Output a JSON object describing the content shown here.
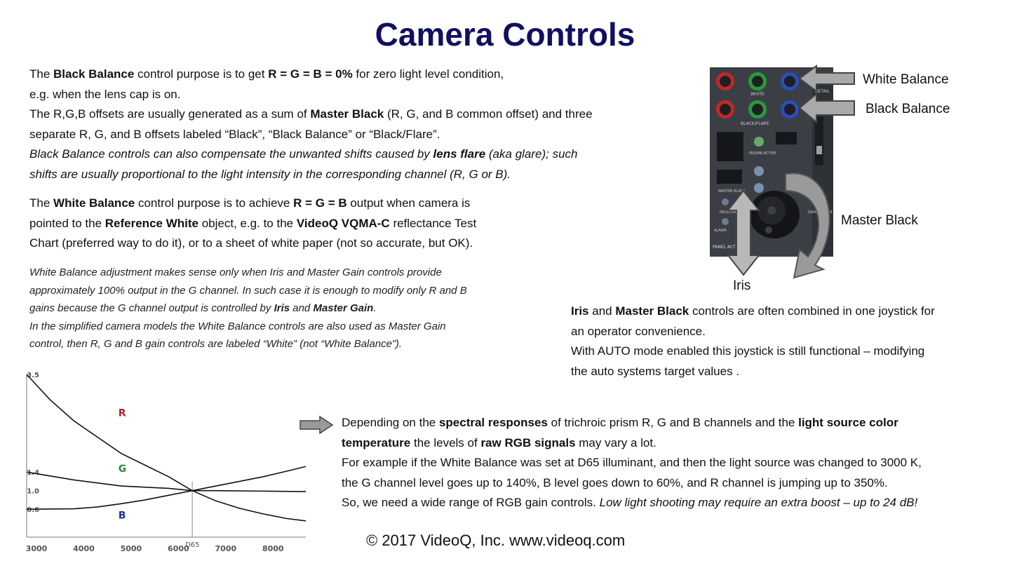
{
  "title": "Camera Controls",
  "black_balance_section": {
    "line1_pre": "The ",
    "line1_b1": "Black Balance",
    "line1_mid": " control purpose is to get ",
    "line1_b2": "R = G = B = 0%",
    "line1_post": " for zero light level condition,",
    "line2": "e.g. when the lens cap is on.",
    "line3_pre": "The R,G,B offsets are usually generated as a sum of ",
    "line3_b": "Master Black",
    "line3_post": " (R, G, and B common offset) and three",
    "line4": "separate R, G, and B offsets labeled “Black”, “Black Balance” or “Black/Flare”.",
    "line5_pre": "Black Balance controls can also compensate the unwanted shifts caused by ",
    "line5_b": "lens flare",
    "line5_post": " (aka glare); such",
    "line6": "shifts are usually proportional to the light intensity in the corresponding channel (R, G or B)."
  },
  "white_balance_section": {
    "line1_pre": "The ",
    "line1_b1": "White Balance",
    "line1_mid": " control purpose is to achieve ",
    "line1_b2": "R = G = B",
    "line1_post": "  output when camera is",
    "line2_pre": "pointed to the ",
    "line2_b1": "Reference White",
    "line2_mid": " object, e.g. to the ",
    "line2_b2": "VideoQ VQMA-C",
    "line2_post": " reflectance Test",
    "line3": "Chart (preferred way to do it), or to a sheet of white paper (not so accurate, but OK)."
  },
  "white_balance_note": {
    "line1": "White Balance adjustment makes sense only when Iris and Master Gain controls provide",
    "line2": "approximately 100% output in the G channel. In such case it is enough to modify only R and B",
    "line3_pre": "gains because the G channel output is controlled by ",
    "line3_b1": "Iris",
    "line3_mid": " and ",
    "line3_b2": "Master Gain",
    "line3_post": ".",
    "line4": "In the simplified camera models the White Balance controls are also used as Master Gain",
    "line5": "control, then R, G and B gain controls are labeled “White” (not “White Balance”)."
  },
  "panel_labels": {
    "white_balance": "White Balance",
    "black_balance": "Black Balance",
    "master_black": "Master Black",
    "iris": "Iris",
    "panel_white": "WHITE",
    "panel_black_flare": "BLACK/FLARE",
    "panel_detail": "DETAIL",
    "panel_iris_mb": "IRIS/MB ACTIVE",
    "panel_master_black": "MASTER BLACK",
    "panel_relative": "RELATIVE",
    "panel_alarm": "ALARM",
    "panel_panel_active": "PANEL ACTIVE",
    "panel_gain": "GAIN COARSE"
  },
  "joystick_section": {
    "line1_b1": "Iris",
    "line1_mid": " and ",
    "line1_b2": "Master Black",
    "line1_post": " controls are often combined in one joystick for",
    "line2": "an operator convenience.",
    "line3": "With AUTO mode enabled this joystick is still functional – modifying",
    "line4": "the auto systems target values ."
  },
  "spectral_section": {
    "line1_pre": "Depending on the ",
    "line1_b1": "spectral responses",
    "line1_mid": " of trichroic prism R, G and B channels and the ",
    "line1_b2": "light source color",
    "line2_b": "temperature",
    "line2_mid": " the levels of ",
    "line2_b2": "raw RGB signals",
    "line2_post": " may vary a lot.",
    "line3": "For example if the White Balance was set at D65 illuminant, and then the light source was changed to 3000 K,",
    "line4": "the G channel level goes up to 140%, B level goes down to 60%, and R channel is jumping up to 350%.",
    "line5_pre": "So, we need a wide range of RGB gain controls. ",
    "line5_it": "Low light shooting may require an extra boost – up to 24 dB!"
  },
  "footer": "© 2017 VideoQ, Inc. www.videoq.com",
  "chart_data": {
    "type": "line",
    "x_ticks": [
      "3000",
      "4000",
      "5000",
      "6000",
      "7000",
      "8000"
    ],
    "x_values": [
      3000,
      4000,
      5000,
      6000,
      7000,
      8000
    ],
    "y_ticks": [
      "3.5",
      "1.4",
      "1.0",
      "0.6"
    ],
    "y_values": [
      3.5,
      1.4,
      1.0,
      0.6
    ],
    "d65_label": "D65",
    "xlim": [
      3000,
      8900
    ],
    "ylim": [
      0.0,
      3.5
    ],
    "series": [
      {
        "name": "R",
        "color": "#b0202a",
        "x": [
          3000,
          3500,
          4000,
          4500,
          5000,
          5500,
          6000,
          6500,
          7000,
          7500,
          8000,
          8500,
          8900
        ],
        "y": [
          3.5,
          2.95,
          2.5,
          2.15,
          1.8,
          1.55,
          1.3,
          1.0,
          0.78,
          0.62,
          0.5,
          0.4,
          0.35
        ]
      },
      {
        "name": "G",
        "color": "#2a8a3a",
        "x": [
          3000,
          4000,
          5000,
          6000,
          6500,
          7000,
          8000,
          8900
        ],
        "y": [
          1.4,
          1.23,
          1.1,
          1.05,
          1.0,
          1.0,
          0.99,
          0.98
        ]
      },
      {
        "name": "B",
        "color": "#2030a0",
        "x": [
          3000,
          4000,
          4500,
          5000,
          5500,
          6000,
          6500,
          7000,
          7500,
          8000,
          8500,
          8900
        ],
        "y": [
          0.6,
          0.61,
          0.65,
          0.72,
          0.8,
          0.9,
          1.0,
          1.1,
          1.2,
          1.3,
          1.42,
          1.52
        ]
      }
    ]
  }
}
